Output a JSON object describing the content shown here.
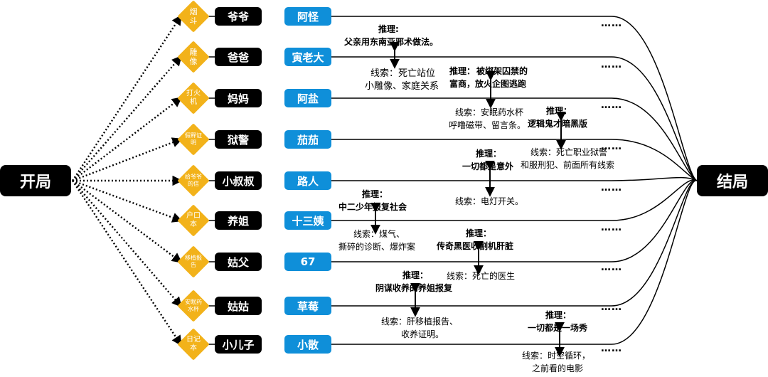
{
  "start_label": "开局",
  "end_label": "结局",
  "rows": [
    {
      "item": "烟斗",
      "role": "爷爷",
      "identity": "阿怪"
    },
    {
      "item": "雕像",
      "role": "爸爸",
      "identity": "寅老大"
    },
    {
      "item": "打火机",
      "role": "妈妈",
      "identity": "阿盐"
    },
    {
      "item": "假释证明",
      "role": "狱警",
      "identity": "茄茄"
    },
    {
      "item": "给爷爷的信",
      "role": "小叔叔",
      "identity": "路人"
    },
    {
      "item": "户口本",
      "role": "养姐",
      "identity": "十三姨"
    },
    {
      "item": "移植报告",
      "role": "姑父",
      "identity": "67"
    },
    {
      "item": "安眠药水杯",
      "role": "姑姑",
      "identity": "草莓"
    },
    {
      "item": "日记本",
      "role": "小儿子",
      "identity": "小散"
    }
  ],
  "ellipsis": "……",
  "annotations": [
    {
      "infer_title": "推理:",
      "infer_text": "父亲用东南亚邪术做法。",
      "clue_lines": [
        "线索：死亡站位",
        "小雕像、家庭关系"
      ]
    },
    {
      "infer_title": "推理：",
      "infer_text": "被绑架囚禁的",
      "infer_text2": "富商，放火企图逃跑",
      "clue_lines": [
        "线索：安眠药水杯",
        "呼噜磁带、留言条。"
      ]
    },
    {
      "infer_title": "推理：",
      "infer_text": "逻辑鬼才暗黑版",
      "clue_lines": [
        "线索：死亡职业狱警",
        "和服刑犯、前面所有线索"
      ]
    },
    {
      "infer_title": "推理：",
      "infer_text": "一切都是意外",
      "clue_lines": [
        "线索：电灯开关。"
      ]
    },
    {
      "infer_title": "推理：",
      "infer_text": "中二少年报复社会",
      "clue_lines": [
        "线索：煤气、",
        "撕碎的诊断、爆炸案"
      ]
    },
    {
      "infer_title": "推理：",
      "infer_text": "传奇黑医收割机肝脏",
      "clue_lines": [
        "线索：死亡的医生"
      ]
    },
    {
      "infer_title": "推理：",
      "infer_text": "阴谋收养的养姐报复",
      "clue_lines": [
        "线索：肝移植报告、",
        "收养证明。"
      ]
    },
    {
      "infer_title": "推理：",
      "infer_text": "一切都是一场秀",
      "clue_lines": [
        "线索：时空循环，",
        "之前看的电影"
      ]
    }
  ]
}
